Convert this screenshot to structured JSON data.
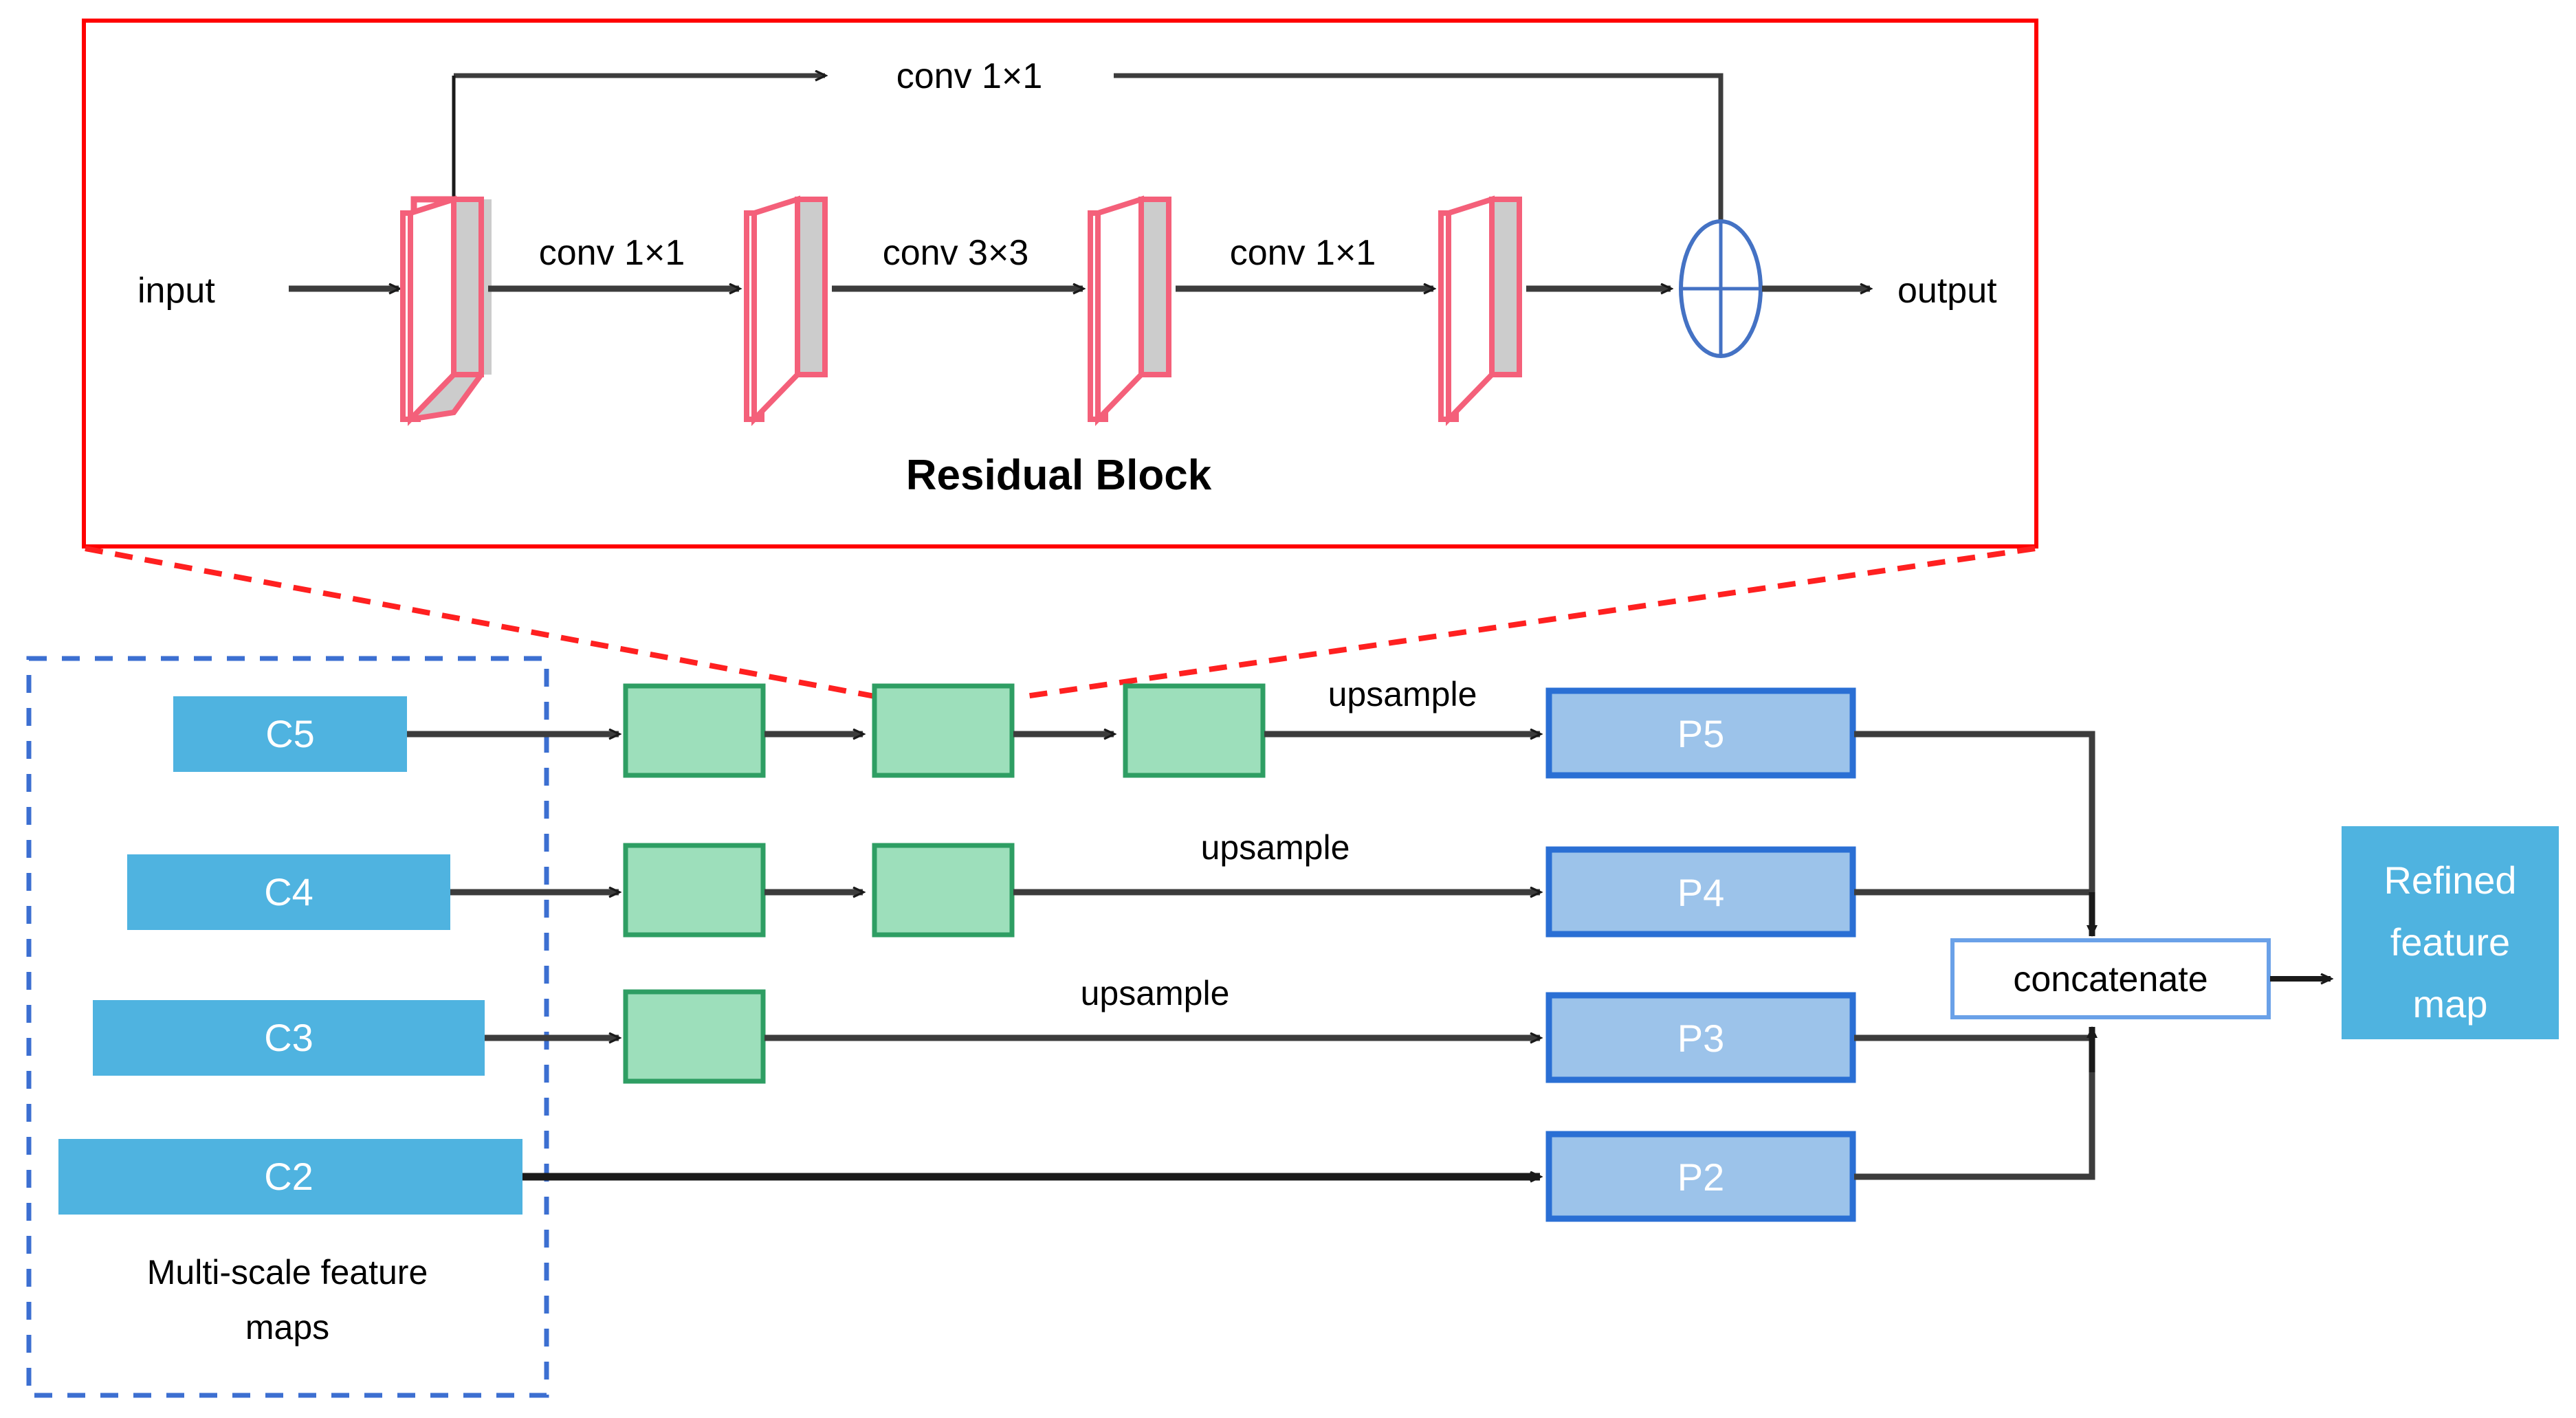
{
  "figure": {
    "kind": "neural-network-architecture-diagram",
    "colors": {
      "callout_border": "#ff0000",
      "slab_face": "#cccccc",
      "slab_outline": "#f4607a",
      "sum_circle": "#4472c4",
      "group_dashed": "#3c6fd1",
      "c_box_fill": "#4fb3e0",
      "p_box_fill": "#9cc3ea",
      "p_box_border": "#2a6fd4",
      "green_fill": "#9ddfbb",
      "green_border": "#2e9e63",
      "arrow": "#3c3c3c",
      "concat_border": "#6aa1e8",
      "refined_fill": "#4fb3e0"
    }
  },
  "residual_block": {
    "title": "Residual Block",
    "input_label": "input",
    "output_label": "output",
    "skip_label": "conv 1×1",
    "stage_labels": [
      "conv 1×1",
      "conv 3×3",
      "conv 1×1"
    ],
    "slab_count": 4,
    "sum_symbol": "plus-in-ellipse"
  },
  "fpn": {
    "group_label": "Multi-scale feature maps",
    "c_boxes": [
      {
        "label": "C5",
        "green_blocks": 3
      },
      {
        "label": "C4",
        "green_blocks": 2
      },
      {
        "label": "C3",
        "green_blocks": 1
      },
      {
        "label": "C2",
        "green_blocks": 0
      }
    ],
    "p_boxes": [
      "P5",
      "P4",
      "P3",
      "P2"
    ],
    "upsample_labels": [
      "upsample",
      "upsample",
      "upsample"
    ],
    "concatenate_label": "concatenate",
    "output_box_lines": [
      "Refined",
      "feature",
      "map"
    ]
  }
}
